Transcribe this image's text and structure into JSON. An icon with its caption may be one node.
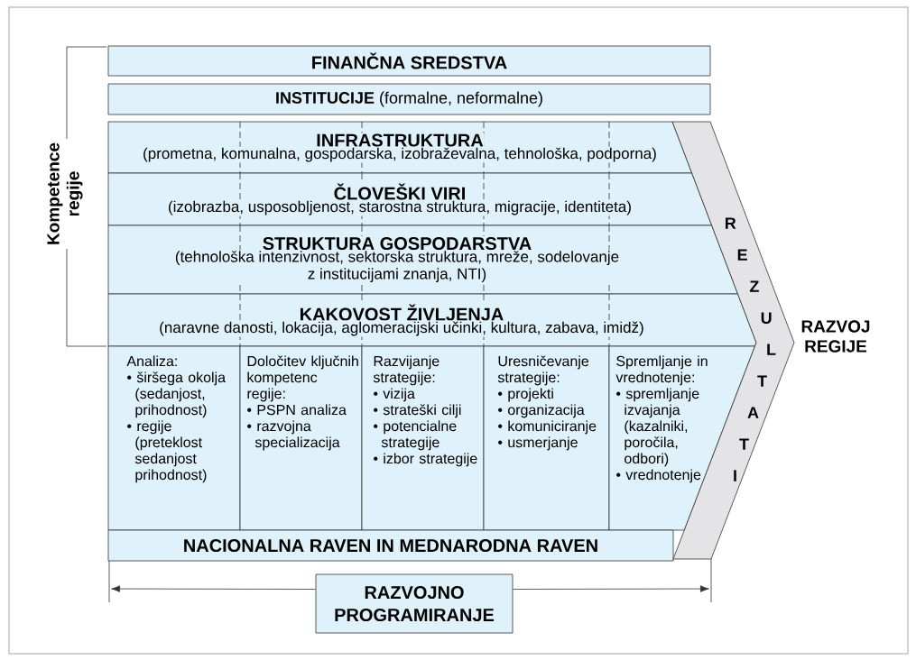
{
  "diagram": {
    "nodes": [
      {
        "text": [
          "FINANČNA SREDSTVA"
        ]
      },
      {
        "text": [
          "**INSTITUCIJE** (formalne, neformalne)"
        ]
      },
      {
        "text": [
          "INFRASTRUKTURA",
          "(prometna, komunalna, gospodarska, izobraževalna, tehnološka, podporna)"
        ]
      },
      {
        "text": [
          "ČLOVEŠKI VIRI",
          "(izobrazba, usposobljenost, starostna struktura, migracije, identiteta)"
        ]
      },
      {
        "text": [
          "STRUKTURA GOSPODARSTVA",
          "(tehnološka intenzivnost, sektorska struktura, mreže, sodelovanje z institucijami znanja, NTI)"
        ]
      },
      {
        "text": [
          "KAKOVOST ŽIVLJENJA",
          "(naravne danosti, lokacija, aglomeracijski učinki, kultura, zabava, imidž)"
        ]
      },
      {
        "text": [
          "Analiza:",
          "• širšega okolja (sedanjost, prihodnost)",
          "• regije (preteklost sedanjost prihodnost)"
        ]
      },
      {
        "text": [
          "Določitev ključnih kompetenc regije:",
          "• PSPN analiza",
          "• razvojna specializacija"
        ]
      },
      {
        "text": [
          "Razvijanje strategije:",
          "• vizija",
          "• strateški cilji",
          "• potencialne strategije",
          "• izbor strategije"
        ]
      },
      {
        "text": [
          "Uresničevanje strategije:",
          "• projekti",
          "• organizacija",
          "• komuniciranje",
          "• usmerjanje"
        ]
      },
      {
        "text": [
          "Spremljanje in vrednotenje:",
          "• spremljanje izvajanja (kazalniki, poročila, odbori)",
          "• vrednotenje"
        ]
      },
      {
        "text": [
          "NACIONALNA RAVEN IN MEDNARODNA RAVEN"
        ]
      },
      {
        "text": [
          "REZULTATI"
        ]
      },
      {
        "text": [
          "RAZVOJNO PROGRAMIRANJE"
        ]
      }
    ],
    "edges": [
      {
        "from": 13,
        "to": null,
        "arrow": "to"
      },
      {
        "from": 13,
        "to": null,
        "arrow": "to"
      }
    ],
    "labels": [
      "Kompetence regije",
      "RAZVOJ REGIJE"
    ]
  }
}
